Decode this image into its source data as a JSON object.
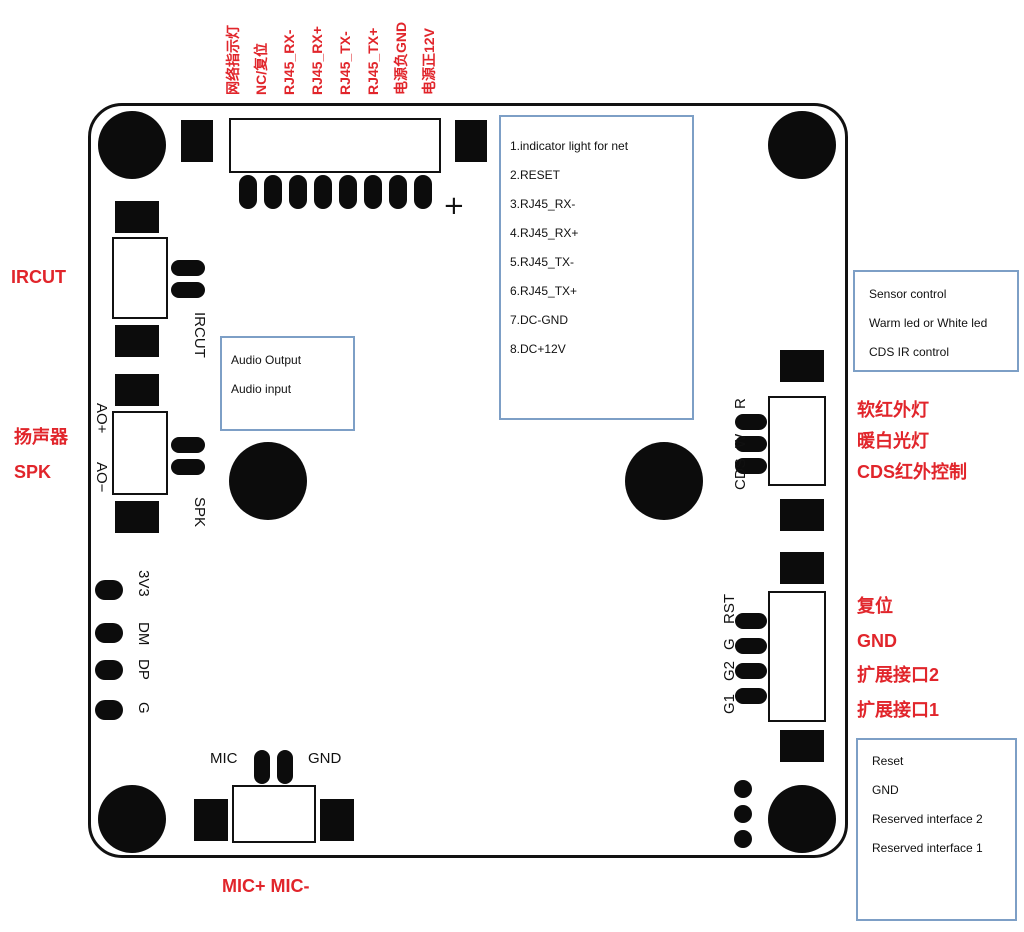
{
  "top_labels_cn": [
    "网络指示灯",
    "NC/复位",
    "RJ45_RX-",
    "RJ45_RX+",
    "RJ45_TX-",
    "RJ45_TX+",
    "电源负GND",
    "电源正12V"
  ],
  "plus_sign": "+",
  "net_note": [
    "1.indicator light for net",
    "2.RESET",
    "3.RJ45_RX-",
    "4.RJ45_RX+",
    "5.RJ45_TX-",
    "6.RJ45_TX+",
    "7.DC-GND",
    "8.DC+12V"
  ],
  "audio_note": [
    "Audio Output",
    "Audio input"
  ],
  "sensor_note": [
    "Sensor control",
    "Warm led or White led",
    "CDS IR control"
  ],
  "reset_note": [
    "Reset",
    "GND",
    "Reserved interface 2",
    "Reserved interface 1"
  ],
  "left_labels": {
    "ircut": "IRCUT",
    "spk_cn": "扬声器",
    "spk": "SPK"
  },
  "silkscreen": {
    "ircut": "IRCUT",
    "ao_plus": "AO+",
    "ao_minus": "AO−",
    "spk": "SPK",
    "v3": "3V3",
    "dm": "DM",
    "dp": "DP",
    "g": "G",
    "mic": "MIC",
    "gnd": "GND",
    "sensor": [
      "R",
      "W",
      "CDS"
    ],
    "ext": [
      "RST",
      "G",
      "G2",
      "G1"
    ]
  },
  "right_labels_cn": [
    "软红外灯",
    "暖白光灯",
    "CDS红外控制"
  ],
  "right_labels_cn2": [
    "复位",
    "GND",
    "扩展接口2",
    "扩展接口1"
  ],
  "mic_label": "MIC+ MIC-"
}
